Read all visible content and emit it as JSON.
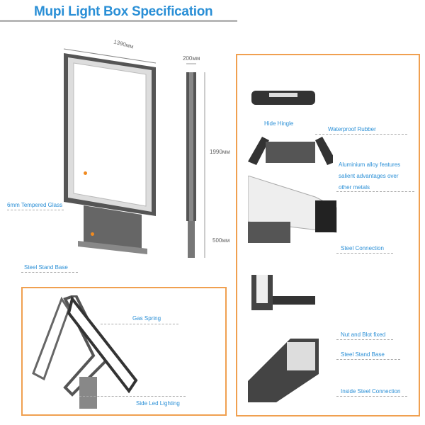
{
  "title": "Mupi Light Box Specification",
  "dimensions": {
    "width": "1390мм",
    "depth": "200мм",
    "height": "1990мм",
    "base": "500мм"
  },
  "main_labels": {
    "glass": "6mm Tempered Glass",
    "stand": "Steel Stand Base"
  },
  "open_panel": {
    "gas_spring": "Gas Spring",
    "led": "Side Led Lighting"
  },
  "detail_panel": {
    "hinge": "Hide Hingle",
    "rubber": "Waterproof Rubber",
    "aluminium": [
      "Aluminium alloy features",
      "salient advantages over",
      "other metals"
    ],
    "steel_connection": "Steel Connection",
    "nut": "Nut and Blot fixed",
    "stand": "Steel Stand Base",
    "inside": "Inside Steel Connection"
  },
  "colors": {
    "accent": "#2a8fd6",
    "border": "#f0a050"
  }
}
